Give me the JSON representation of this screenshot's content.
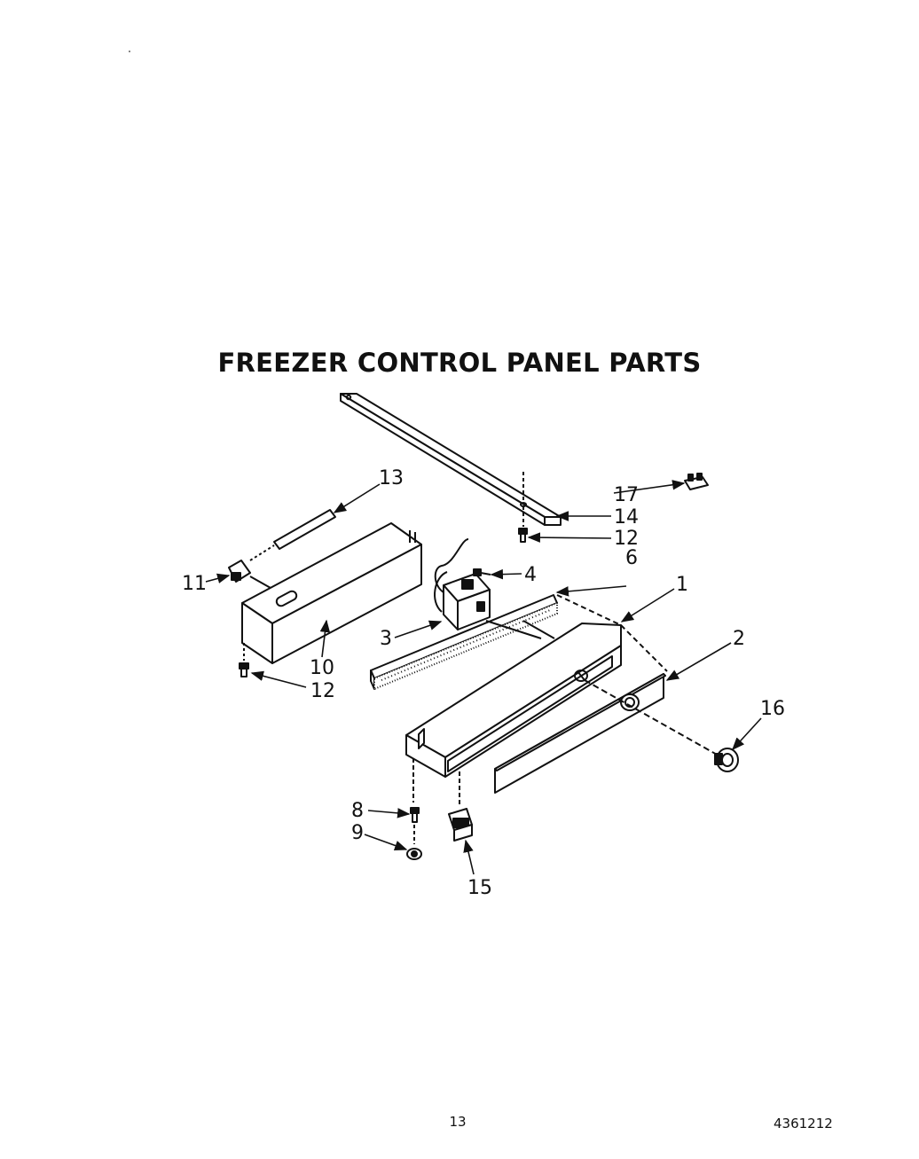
{
  "title": "FREEZER CONTROL PANEL PARTS",
  "parts": [
    {
      "id": "p1",
      "number": "1"
    },
    {
      "id": "p2",
      "number": "2"
    },
    {
      "id": "p3",
      "number": "3"
    },
    {
      "id": "p4",
      "number": "4"
    },
    {
      "id": "p6",
      "number": "6"
    },
    {
      "id": "p8",
      "number": "8"
    },
    {
      "id": "p9",
      "number": "9"
    },
    {
      "id": "p10",
      "number": "10"
    },
    {
      "id": "p11",
      "number": "11"
    },
    {
      "id": "p12a",
      "number": "12"
    },
    {
      "id": "p12b",
      "number": "12"
    },
    {
      "id": "p13",
      "number": "13"
    },
    {
      "id": "p14",
      "number": "14"
    },
    {
      "id": "p15",
      "number": "15"
    },
    {
      "id": "p16",
      "number": "16"
    },
    {
      "id": "p17",
      "number": "17"
    }
  ],
  "footer": {
    "page_number": "13",
    "doc_number": "4361212"
  }
}
